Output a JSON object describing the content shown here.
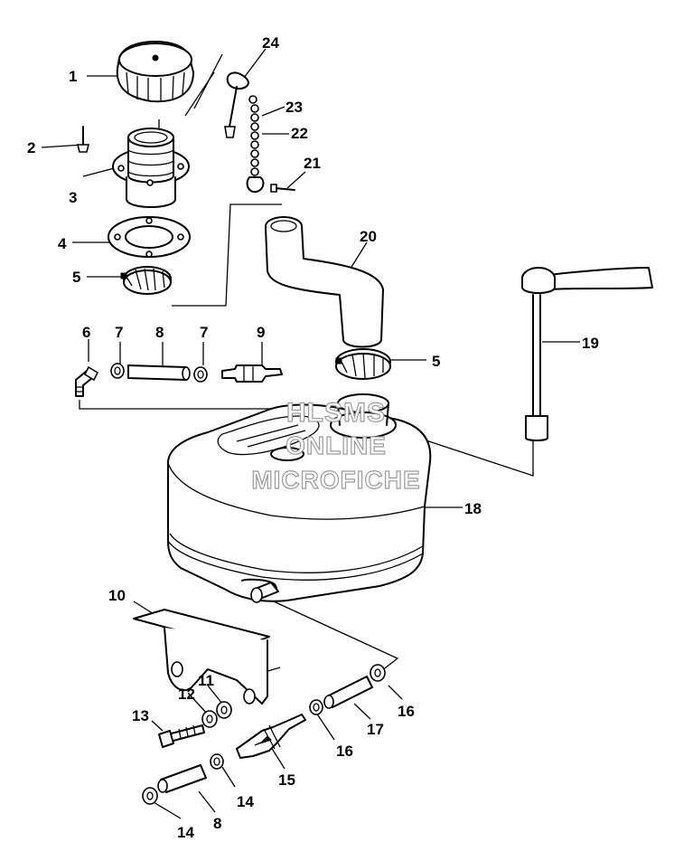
{
  "watermark": {
    "line1": "HLSMS",
    "line2": "ONLINE",
    "line3": "MICROFICHE",
    "color": "#9a9a9a"
  },
  "callouts": [
    "1",
    "2",
    "3",
    "4",
    "5",
    "5",
    "6",
    "7",
    "7",
    "8",
    "9",
    "10",
    "11",
    "12",
    "13",
    "14",
    "14",
    "15",
    "16",
    "16",
    "17",
    "8",
    "18",
    "19",
    "20",
    "21",
    "22",
    "23",
    "24"
  ]
}
